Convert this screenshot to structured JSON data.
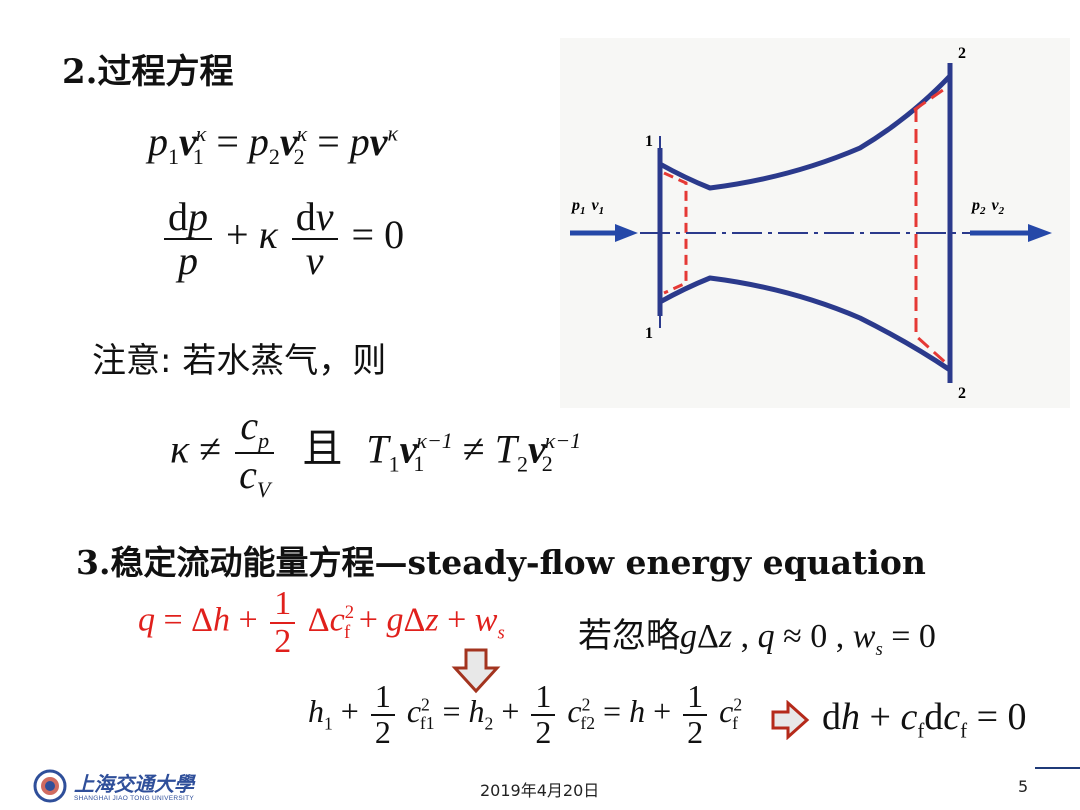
{
  "section2": {
    "heading": "2.过程方程",
    "note": "注意: 若水蒸气，则",
    "qie": "且"
  },
  "section3": {
    "heading": "3.稳定流动能量方程—steady-flow energy equation",
    "condition_prefix": "若忽略"
  },
  "diagram": {
    "label_1_top": "1",
    "label_1_bottom": "1",
    "label_2_top": "2",
    "label_2_bottom": "2",
    "inlet_p": "p",
    "inlet_p_sub": "1",
    "inlet_v": "v",
    "inlet_v_sub": "1",
    "outlet_p": "p",
    "outlet_p_sub": "2",
    "outlet_v": "v",
    "outlet_v_sub": "2",
    "colors": {
      "nozzle": "#2b3a8c",
      "dashed": "#e53935",
      "arrow": "#2548a8"
    }
  },
  "footer": {
    "logo_cn": "上海交通大學",
    "logo_en": "SHANGHAI JIAO TONG UNIVERSITY",
    "date": "2019年4月20日",
    "page": "5"
  },
  "colors": {
    "red_eq": "#e0201c",
    "down_arrow": "#a3341f",
    "right_arrow": "#b52a1a"
  }
}
